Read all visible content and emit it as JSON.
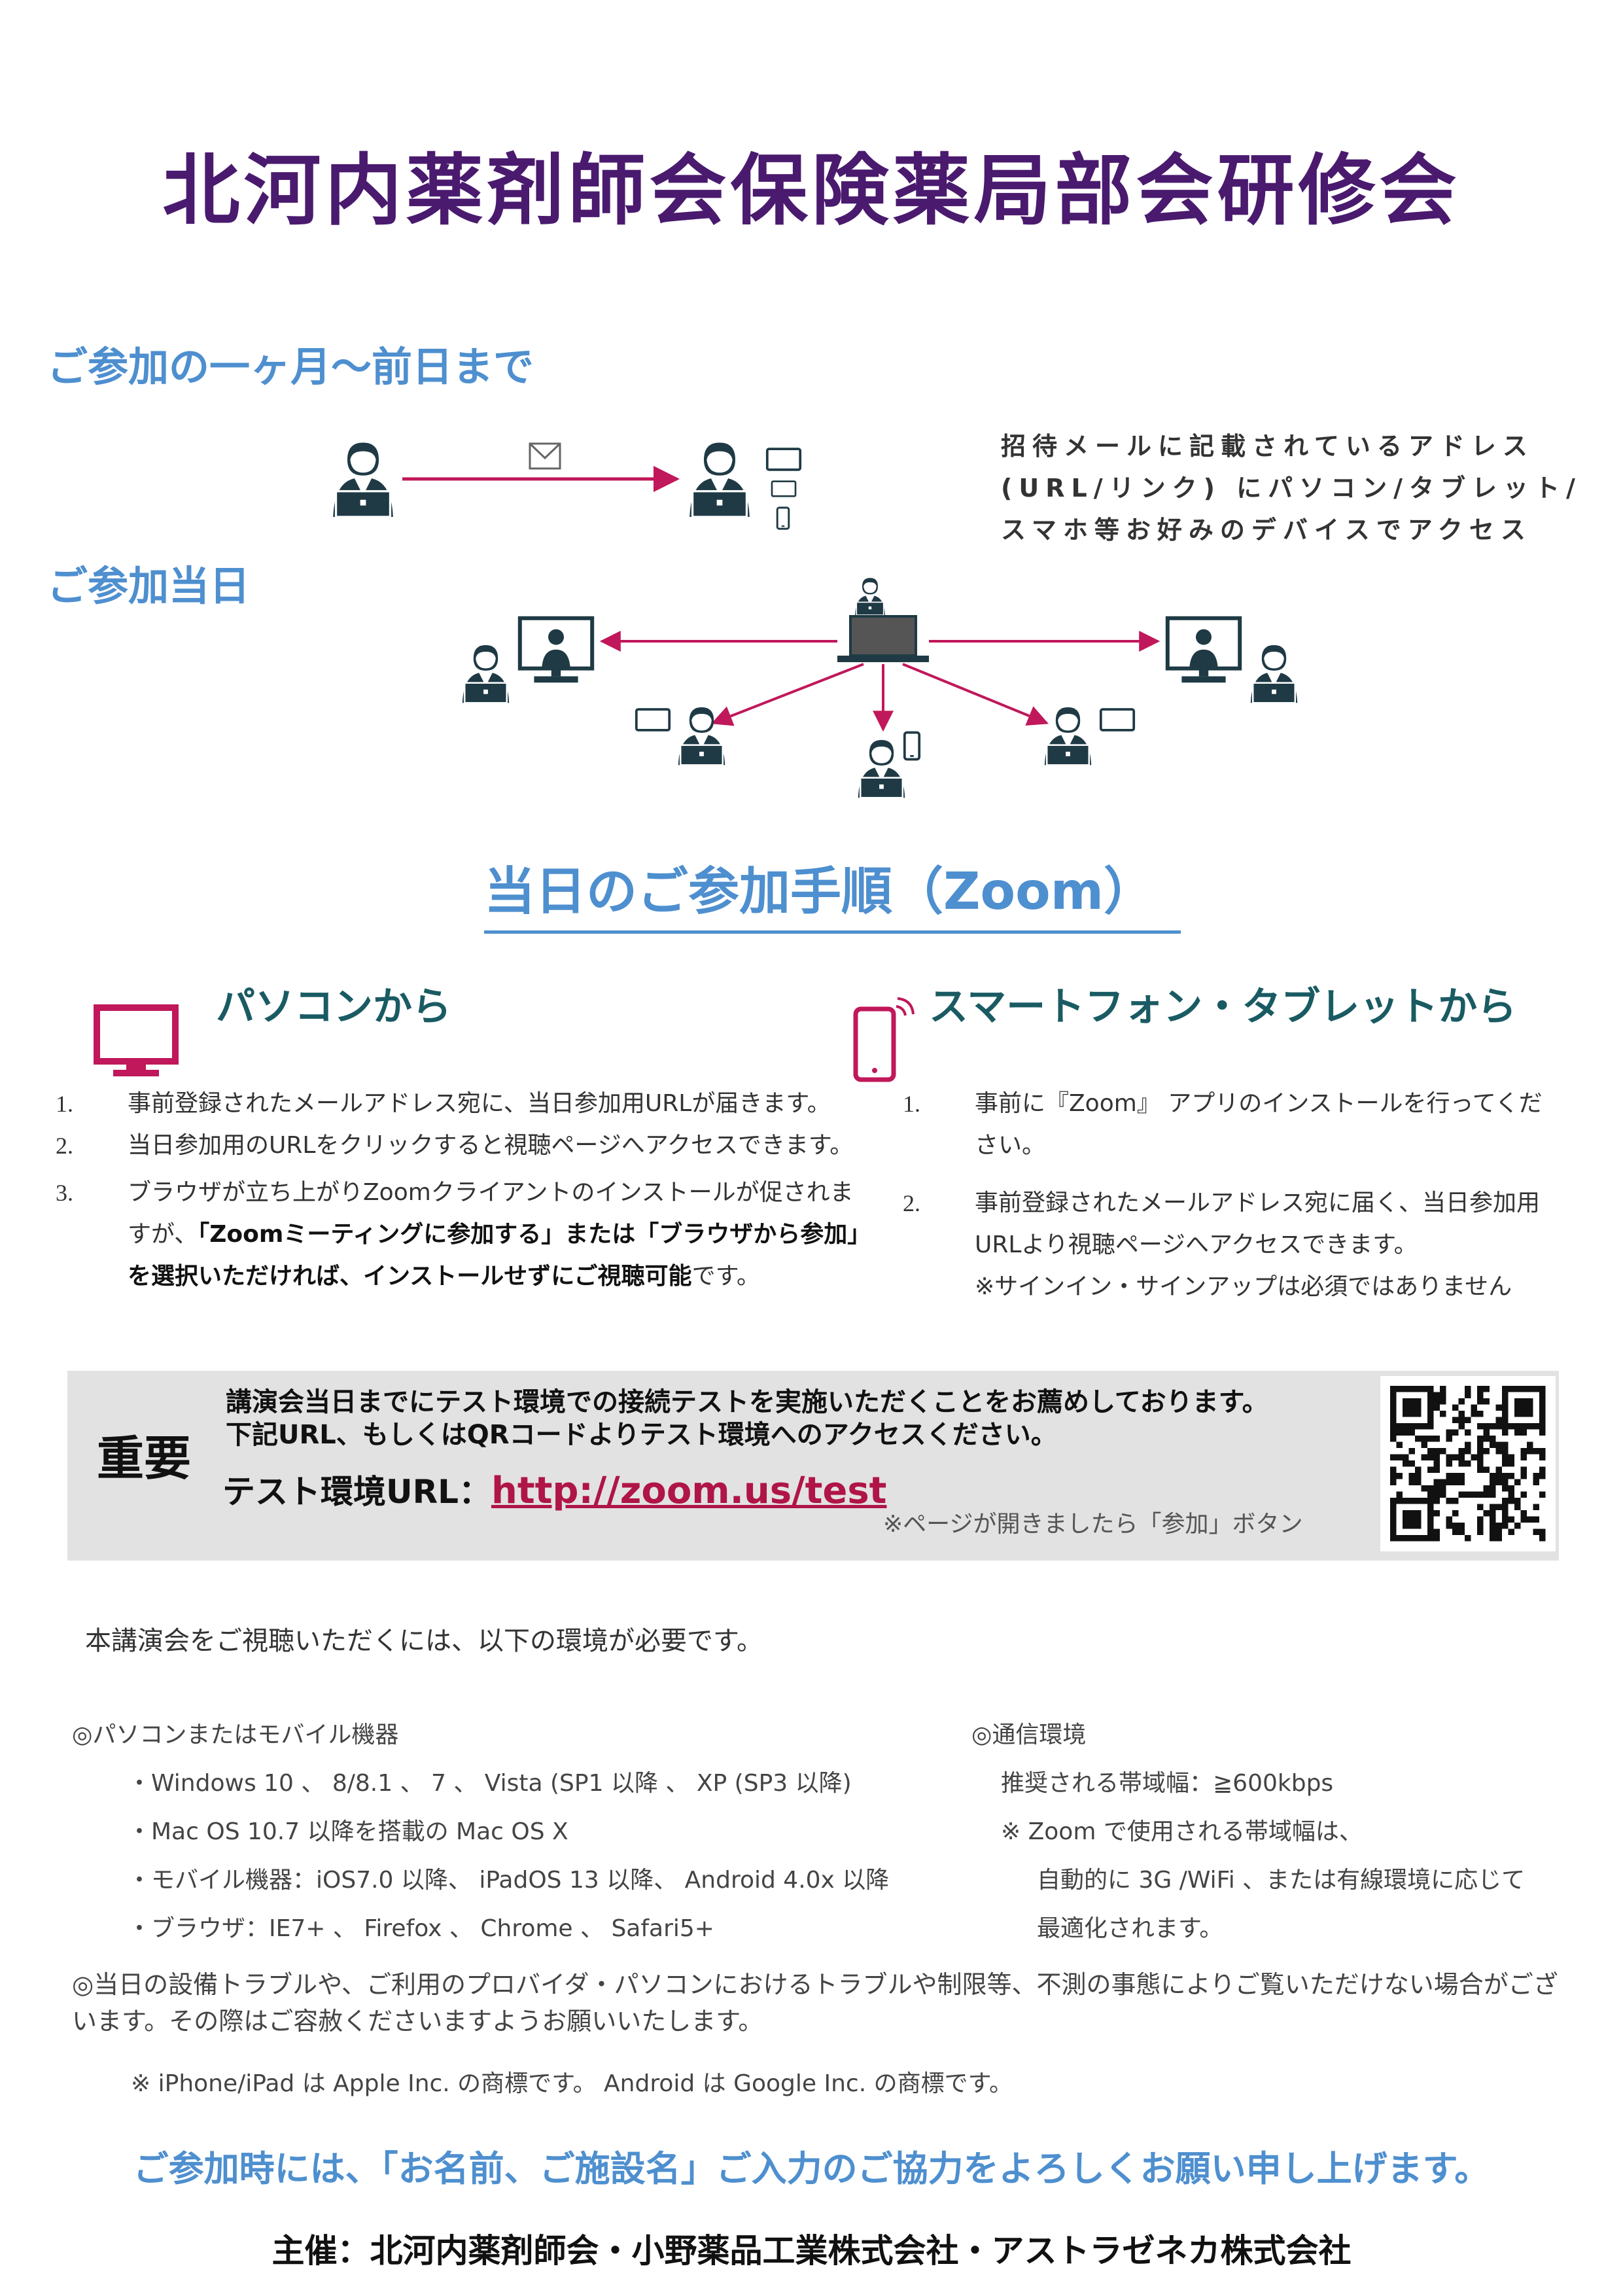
{
  "title": "北河内薬剤師会保険薬局部会研修会",
  "before": {
    "heading": "ご参加の一ヶ月～前日まで",
    "invite_lines": [
      "招待メールに記載されているアドレス",
      "(URL/リンク) にパソコン/タブレット/",
      "スマホ等お好みのデバイスでアクセス"
    ]
  },
  "day": {
    "heading": "ご参加当日"
  },
  "procedure": {
    "title": "当日のご参加手順（Zoom）",
    "pc": {
      "heading": "パソコンから",
      "steps": [
        {
          "num": "1.",
          "text": "事前登録されたメールアドレス宛に、当日参加用URLが届きます。"
        },
        {
          "num": "2.",
          "text": "当日参加用のURLをクリックすると視聴ページへアクセスできます。"
        },
        {
          "num": "3.",
          "text_a": "ブラウザが立ち上がりZoomクライアントのインストールが促されますが、",
          "text_b": "「Zoomミーティングに参加する」または「ブラウザから参加」を選択いただければ、インストールせずにご視聴可能",
          "text_c": "です。"
        }
      ]
    },
    "mobile": {
      "heading": "スマートフォン・タブレットから",
      "steps": [
        {
          "num": "1.",
          "text": "事前に『Zoom』 アプリのインストールを行ってください。"
        },
        {
          "num": "2.",
          "text": "事前登録されたメールアドレス宛に届く、当日参加用URLより視聴ページへアクセスできます。",
          "note": "※サインイン・サインアップは必須ではありません"
        }
      ]
    }
  },
  "important": {
    "label": "重要",
    "line1": "講演会当日までにテスト環境での接続テストを実施いただくことをお薦めしております。",
    "line2": "下記URL、もしくはQRコードよりテスト環境へのアクセスください。",
    "url_label": "テスト環境URL：",
    "url": "http://zoom.us/test",
    "note": "※ページが開きましたら「参加」ボタン"
  },
  "env": {
    "intro": "本講演会をご視聴いただくには、以下の環境が必要です。",
    "devices_heading": "◎パソコンまたはモバイル機器",
    "devices": [
      "・Windows 10 、 8/8.1 、 7 、 Vista (SP1 以降 、 XP (SP3 以降)",
      "・Mac OS 10.7 以降を搭載の Mac OS X",
      "・モバイル機器：iOS7.0 以降、 iPadOS 13 以降、 Android 4.0x 以降",
      "・ブラウザ：IE7+ 、 Firefox 、 Chrome 、 Safari5+"
    ],
    "network_heading": "◎通信環境",
    "network": [
      "推奨される帯域幅：≧600kbps",
      "※ Zoom で使用される帯域幅は、",
      "自動的に 3G /WiFi 、または有線環境に応じて",
      "最適化されます。"
    ],
    "notice": "◎当日の設備トラブルや、ご利用のプロバイダ・パソコンにおけるトラブルや制限等、不測の事態によりご覧いただけない場合がございます。その際はご容赦くださいますようお願いいたします。",
    "trademark": "※ iPhone/iPad は Apple Inc. の商標です。 Android は Google Inc. の商標です。"
  },
  "request": "ご参加時には、「お名前、ご施設名」ご入力のご協力をよろしくお願い申し上げます。",
  "sponsor": "主催：北河内薬剤師会・小野薬品工業株式会社・アストラゼネカ株式会社",
  "colors": {
    "title": "#4a1a6e",
    "heading_blue": "#4e8fcf",
    "teal": "#1a5b63",
    "arrow": "#c0185a",
    "person": "#1f3a45"
  }
}
